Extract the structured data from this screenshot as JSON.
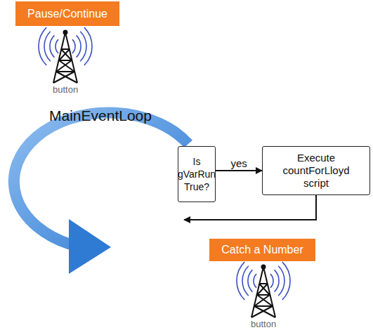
{
  "diagram": {
    "nodes": [
      {
        "text": [
          "Pause/Continue"
        ]
      },
      {
        "text": [
          "Is gVarRun True?"
        ]
      },
      {
        "text": [
          "Execute countForLloyd script"
        ]
      },
      {
        "text": [
          "Catch a Number"
        ]
      }
    ],
    "edges": [
      {
        "from": 1,
        "to": 2,
        "label": "yes",
        "arrow": "to"
      }
    ],
    "labels": [
      "MainEventLoop",
      "button",
      "button"
    ]
  }
}
